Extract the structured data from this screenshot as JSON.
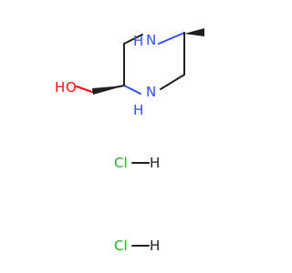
{
  "molecule": {
    "atoms": {
      "n_top": "N",
      "h_top": "H",
      "n_bottom": "N",
      "h_bottom": "H",
      "hydroxyl_o": "O",
      "hydroxyl_h": "H"
    },
    "salts": [
      {
        "cl": "Cl",
        "h": "H"
      },
      {
        "cl": "Cl",
        "h": "H"
      }
    ]
  },
  "colors": {
    "background": "#ffffff",
    "carbon_bond": "#1f1f1f",
    "nitrogen": "#3050f8",
    "oxygen": "#ff0d0d",
    "chlorine": "#1fb51f"
  }
}
